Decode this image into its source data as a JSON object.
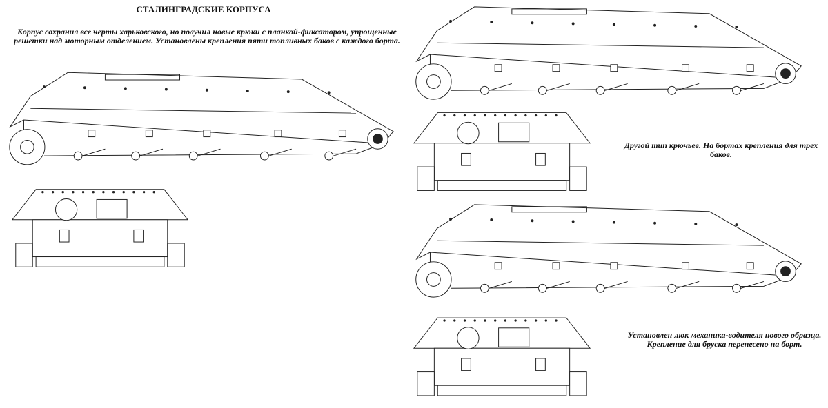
{
  "title": "СТАЛИНГРАДСКИЕ КОРПУСА",
  "captions": {
    "main": "Корпус сохранил все черты харьковского, но получил новые крюки с планкой-фиксатором, упрощенные решетки над моторным отделением. Установлены крепления пяти топливных баков с каждого борта.",
    "variant_hooks": "Другой тип крючьев. На бортах крепления для трех баков.",
    "variant_hatch": "Установлен люк механика-водителя нового образца. Крепление для бруска перенесено на борт."
  }
}
